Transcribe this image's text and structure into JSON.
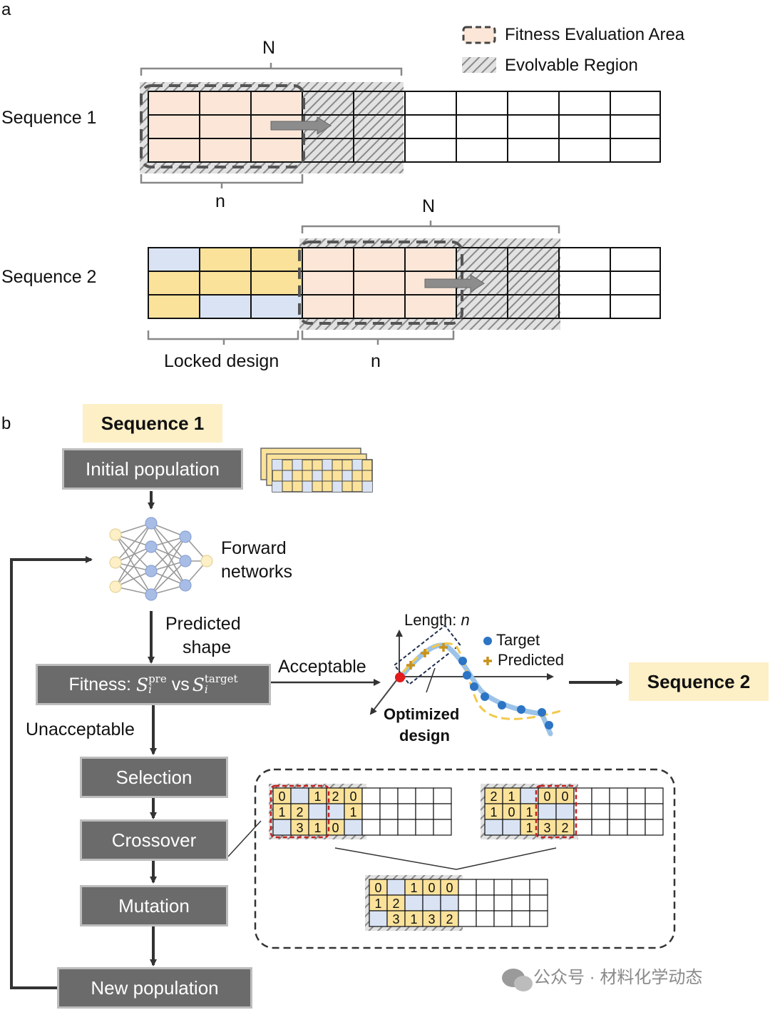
{
  "panel_a": {
    "letter": "a",
    "legend": {
      "fitness_area": "Fitness Evaluation Area",
      "evolvable_region": "Evolvable Region"
    },
    "sequence1_label": "Sequence 1",
    "sequence2_label": "Sequence 2",
    "big_n": "N",
    "small_n": "n",
    "locked_design": "Locked design"
  },
  "panel_b": {
    "letter": "b",
    "sequence1": "Sequence 1",
    "sequence2": "Sequence 2",
    "initial_population": "Initial population",
    "forward_networks": [
      "Forward",
      "networks"
    ],
    "predicted_shape": [
      "Predicted",
      "shape"
    ],
    "fitness_prefix": "Fitness: ",
    "fitness_vs": "vs",
    "acceptable": "Acceptable",
    "unacceptable": "Unacceptable",
    "selection": "Selection",
    "crossover": "Crossover",
    "mutation": "Mutation",
    "new_population": "New population",
    "plot": {
      "length_label": "Length: ",
      "length_var": "n",
      "legend_target": "Target",
      "legend_predicted": "Predicted",
      "optimized_design": [
        "Optimized",
        "design"
      ]
    },
    "crossover_grids": {
      "parent1": [
        [
          "0",
          "",
          "1",
          "2",
          "0"
        ],
        [
          "1",
          "2",
          "",
          "",
          "1"
        ],
        [
          "",
          "3",
          "1",
          "0",
          ""
        ]
      ],
      "parent2": [
        [
          "2",
          "1",
          "",
          "0",
          "0"
        ],
        [
          "1",
          "0",
          "1",
          "",
          ""
        ],
        [
          "",
          "",
          "1",
          "3",
          "2"
        ]
      ],
      "child": [
        [
          "0",
          "",
          "1",
          "0",
          "0"
        ],
        [
          "1",
          "2",
          "",
          "",
          ""
        ],
        [
          "",
          "3",
          "1",
          "3",
          "2"
        ]
      ]
    }
  },
  "watermark": "公众号 · 材料化学动态",
  "colors": {
    "peach": "#fbe6d8",
    "yellow": "#fbe29a",
    "blue": "#d9e3f3",
    "box_gray": "#6b6b6b",
    "label_bg": "#fdefc6",
    "target_dot": "#2c74c4",
    "predicted_plus": "#c8921c"
  }
}
